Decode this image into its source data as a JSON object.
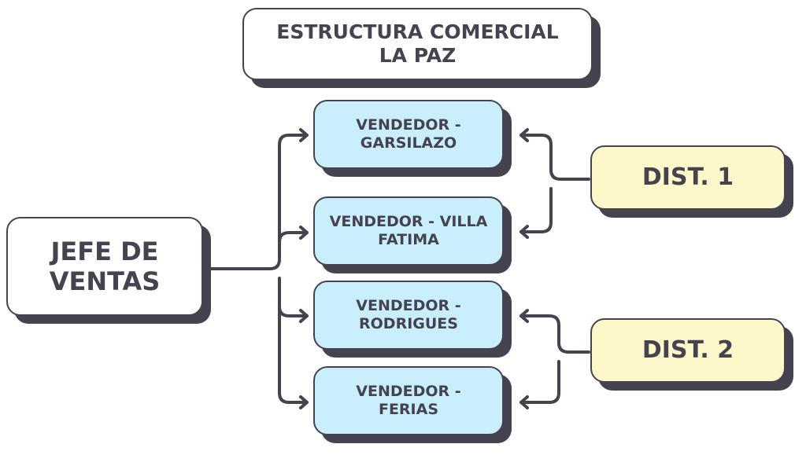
{
  "title": "ESTRUCTURA COMERCIAL\nLA PAZ",
  "manager": "JEFE DE\nVENTAS",
  "sellers": [
    "VENDEDOR -\nGARSILAZO",
    "VENDEDOR - VILLA\nFATIMA",
    "VENDEDOR -\nRODRIGUES",
    "VENDEDOR -\nFERIAS"
  ],
  "distributors": [
    {
      "label": "DIST. 1",
      "serves": [
        0,
        1
      ]
    },
    {
      "label": "DIST. 2",
      "serves": [
        2,
        3
      ]
    }
  ],
  "colors": {
    "stroke": "#45434f",
    "seller_fill": "#c9eefc",
    "distributor_fill": "#fdf7c9",
    "manager_fill": "#ffffff"
  }
}
